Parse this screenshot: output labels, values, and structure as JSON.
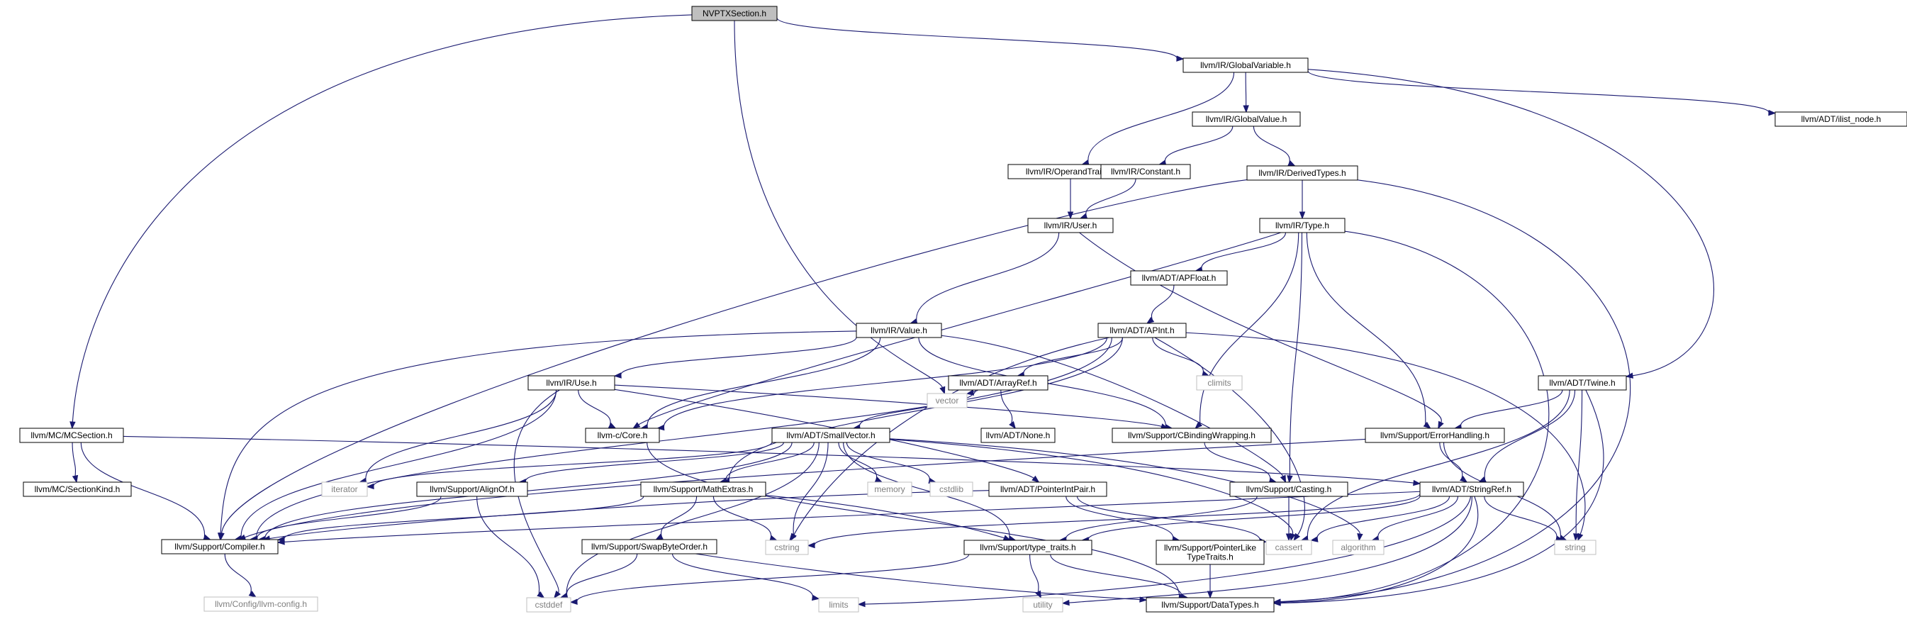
{
  "nodes": [
    {
      "id": "nvptx",
      "label": "NVPTXSection.h",
      "kind": "root"
    },
    {
      "id": "globalvar",
      "label": "llvm/IR/GlobalVariable.h",
      "kind": "internal"
    },
    {
      "id": "ilist",
      "label": "llvm/ADT/ilist_node.h",
      "kind": "internal"
    },
    {
      "id": "globalvalue",
      "label": "llvm/IR/GlobalValue.h",
      "kind": "internal"
    },
    {
      "id": "operandtraits",
      "label": "llvm/IR/OperandTraits.h",
      "kind": "internal"
    },
    {
      "id": "constant",
      "label": "llvm/IR/Constant.h",
      "kind": "internal"
    },
    {
      "id": "derivedtypes",
      "label": "llvm/IR/DerivedTypes.h",
      "kind": "internal"
    },
    {
      "id": "user",
      "label": "llvm/IR/User.h",
      "kind": "internal"
    },
    {
      "id": "type",
      "label": "llvm/IR/Type.h",
      "kind": "internal"
    },
    {
      "id": "apfloat",
      "label": "llvm/ADT/APFloat.h",
      "kind": "internal"
    },
    {
      "id": "value",
      "label": "llvm/IR/Value.h",
      "kind": "internal"
    },
    {
      "id": "apint",
      "label": "llvm/ADT/APInt.h",
      "kind": "internal"
    },
    {
      "id": "climits",
      "label": "climits",
      "kind": "external"
    },
    {
      "id": "twine",
      "label": "llvm/ADT/Twine.h",
      "kind": "internal"
    },
    {
      "id": "use",
      "label": "llvm/IR/Use.h",
      "kind": "internal"
    },
    {
      "id": "arrayref",
      "label": "llvm/ADT/ArrayRef.h",
      "kind": "internal"
    },
    {
      "id": "vector",
      "label": "vector",
      "kind": "external"
    },
    {
      "id": "mcsection",
      "label": "llvm/MC/MCSection.h",
      "kind": "internal"
    },
    {
      "id": "ccore",
      "label": "llvm-c/Core.h",
      "kind": "internal"
    },
    {
      "id": "smallvector",
      "label": "llvm/ADT/SmallVector.h",
      "kind": "internal"
    },
    {
      "id": "none",
      "label": "llvm/ADT/None.h",
      "kind": "internal"
    },
    {
      "id": "cbinding",
      "label": "llvm/Support/CBindingWrapping.h",
      "kind": "internal"
    },
    {
      "id": "errorhandling",
      "label": "llvm/Support/ErrorHandling.h",
      "kind": "internal"
    },
    {
      "id": "sectionkind",
      "label": "llvm/MC/SectionKind.h",
      "kind": "internal"
    },
    {
      "id": "iterator",
      "label": "iterator",
      "kind": "external"
    },
    {
      "id": "alignof",
      "label": "llvm/Support/AlignOf.h",
      "kind": "internal"
    },
    {
      "id": "mathextras",
      "label": "llvm/Support/MathExtras.h",
      "kind": "internal"
    },
    {
      "id": "memory",
      "label": "memory",
      "kind": "external"
    },
    {
      "id": "cstdlib",
      "label": "cstdlib",
      "kind": "external"
    },
    {
      "id": "pointerintpair",
      "label": "llvm/ADT/PointerIntPair.h",
      "kind": "internal"
    },
    {
      "id": "casting",
      "label": "llvm/Support/Casting.h",
      "kind": "internal"
    },
    {
      "id": "stringref",
      "label": "llvm/ADT/StringRef.h",
      "kind": "internal"
    },
    {
      "id": "compiler",
      "label": "llvm/Support/Compiler.h",
      "kind": "internal"
    },
    {
      "id": "swapbyte",
      "label": "llvm/Support/SwapByteOrder.h",
      "kind": "internal"
    },
    {
      "id": "cstring",
      "label": "cstring",
      "kind": "external"
    },
    {
      "id": "typetraits",
      "label": "llvm/Support/type_traits.h",
      "kind": "internal"
    },
    {
      "id": "pointerlike",
      "label": "llvm/Support/PointerLike\nTypeTraits.h",
      "kind": "internal"
    },
    {
      "id": "cassert",
      "label": "cassert",
      "kind": "external"
    },
    {
      "id": "algorithm",
      "label": "algorithm",
      "kind": "external"
    },
    {
      "id": "string",
      "label": "string",
      "kind": "external"
    },
    {
      "id": "llvmconfig",
      "label": "llvm/Config/llvm-config.h",
      "kind": "external"
    },
    {
      "id": "cstddef",
      "label": "cstddef",
      "kind": "external"
    },
    {
      "id": "limits",
      "label": "limits",
      "kind": "external"
    },
    {
      "id": "utility",
      "label": "utility",
      "kind": "external"
    },
    {
      "id": "datatypes",
      "label": "llvm/Support/DataTypes.h",
      "kind": "internal"
    }
  ],
  "edges": [
    [
      "nvptx",
      "globalvar"
    ],
    [
      "nvptx",
      "mcsection"
    ],
    [
      "nvptx",
      "vector"
    ],
    [
      "globalvar",
      "ilist"
    ],
    [
      "globalvar",
      "globalvalue"
    ],
    [
      "globalvar",
      "operandtraits"
    ],
    [
      "globalvar",
      "twine"
    ],
    [
      "globalvalue",
      "constant"
    ],
    [
      "globalvalue",
      "derivedtypes"
    ],
    [
      "operandtraits",
      "user"
    ],
    [
      "constant",
      "user"
    ],
    [
      "derivedtypes",
      "type"
    ],
    [
      "derivedtypes",
      "compiler"
    ],
    [
      "derivedtypes",
      "datatypes"
    ],
    [
      "user",
      "value"
    ],
    [
      "user",
      "errorhandling"
    ],
    [
      "type",
      "apfloat"
    ],
    [
      "type",
      "errorhandling"
    ],
    [
      "type",
      "cbinding"
    ],
    [
      "type",
      "casting"
    ],
    [
      "type",
      "ccore"
    ],
    [
      "type",
      "datatypes"
    ],
    [
      "apfloat",
      "apint"
    ],
    [
      "value",
      "use"
    ],
    [
      "value",
      "ccore"
    ],
    [
      "value",
      "cbinding"
    ],
    [
      "value",
      "casting"
    ],
    [
      "value",
      "compiler"
    ],
    [
      "apint",
      "climits"
    ],
    [
      "apint",
      "arrayref"
    ],
    [
      "apint",
      "mathextras"
    ],
    [
      "apint",
      "cstring"
    ],
    [
      "apint",
      "cassert"
    ],
    [
      "apint",
      "string"
    ],
    [
      "apint",
      "ccore"
    ],
    [
      "apint",
      "compiler"
    ],
    [
      "twine",
      "errorhandling"
    ],
    [
      "twine",
      "stringref"
    ],
    [
      "twine",
      "string"
    ],
    [
      "twine",
      "cassert"
    ],
    [
      "twine",
      "datatypes"
    ],
    [
      "use",
      "ccore"
    ],
    [
      "use",
      "pointerintpair"
    ],
    [
      "use",
      "cbinding"
    ],
    [
      "use",
      "iterator"
    ],
    [
      "use",
      "compiler"
    ],
    [
      "use",
      "cstddef"
    ],
    [
      "arrayref",
      "smallvector"
    ],
    [
      "arrayref",
      "none"
    ],
    [
      "arrayref",
      "vector"
    ],
    [
      "mcsection",
      "sectionkind"
    ],
    [
      "mcsection",
      "compiler"
    ],
    [
      "mcsection",
      "stringref"
    ],
    [
      "ccore",
      "datatypes"
    ],
    [
      "smallvector",
      "alignof"
    ],
    [
      "smallvector",
      "mathextras"
    ],
    [
      "smallvector",
      "memory"
    ],
    [
      "smallvector",
      "cstdlib"
    ],
    [
      "smallvector",
      "iterator"
    ],
    [
      "smallvector",
      "compiler"
    ],
    [
      "smallvector",
      "cstddef"
    ],
    [
      "smallvector",
      "cstring"
    ],
    [
      "smallvector",
      "typetraits"
    ],
    [
      "smallvector",
      "cassert"
    ],
    [
      "smallvector",
      "algorithm"
    ],
    [
      "cbinding",
      "casting"
    ],
    [
      "errorhandling",
      "stringref"
    ],
    [
      "errorhandling",
      "compiler"
    ],
    [
      "errorhandling",
      "string"
    ],
    [
      "alignof",
      "compiler"
    ],
    [
      "alignof",
      "cstddef"
    ],
    [
      "mathextras",
      "swapbyte"
    ],
    [
      "mathextras",
      "compiler"
    ],
    [
      "mathextras",
      "cstring"
    ],
    [
      "mathextras",
      "typetraits"
    ],
    [
      "pointerintpair",
      "pointerlike"
    ],
    [
      "pointerintpair",
      "compiler"
    ],
    [
      "pointerintpair",
      "cassert"
    ],
    [
      "casting",
      "typetraits"
    ],
    [
      "casting",
      "cassert"
    ],
    [
      "stringref",
      "typetraits"
    ],
    [
      "stringref",
      "cstring"
    ],
    [
      "stringref",
      "cassert"
    ],
    [
      "stringref",
      "algorithm"
    ],
    [
      "stringref",
      "string"
    ],
    [
      "stringref",
      "limits"
    ],
    [
      "stringref",
      "utility"
    ],
    [
      "stringref",
      "datatypes"
    ],
    [
      "stringref",
      "compiler"
    ],
    [
      "compiler",
      "llvmconfig"
    ],
    [
      "swapbyte",
      "cstddef"
    ],
    [
      "swapbyte",
      "limits"
    ],
    [
      "swapbyte",
      "datatypes"
    ],
    [
      "typetraits",
      "utility"
    ],
    [
      "typetraits",
      "cstddef"
    ],
    [
      "typetraits",
      "datatypes"
    ],
    [
      "pointerlike",
      "datatypes"
    ]
  ],
  "colors": {
    "edge": "#191970",
    "root_fill": "#bfbfbf",
    "internal_fill": "#ffffff",
    "internal_border": "#000000",
    "external_border": "#bfbfbf",
    "external_text": "#7f7f7f"
  }
}
